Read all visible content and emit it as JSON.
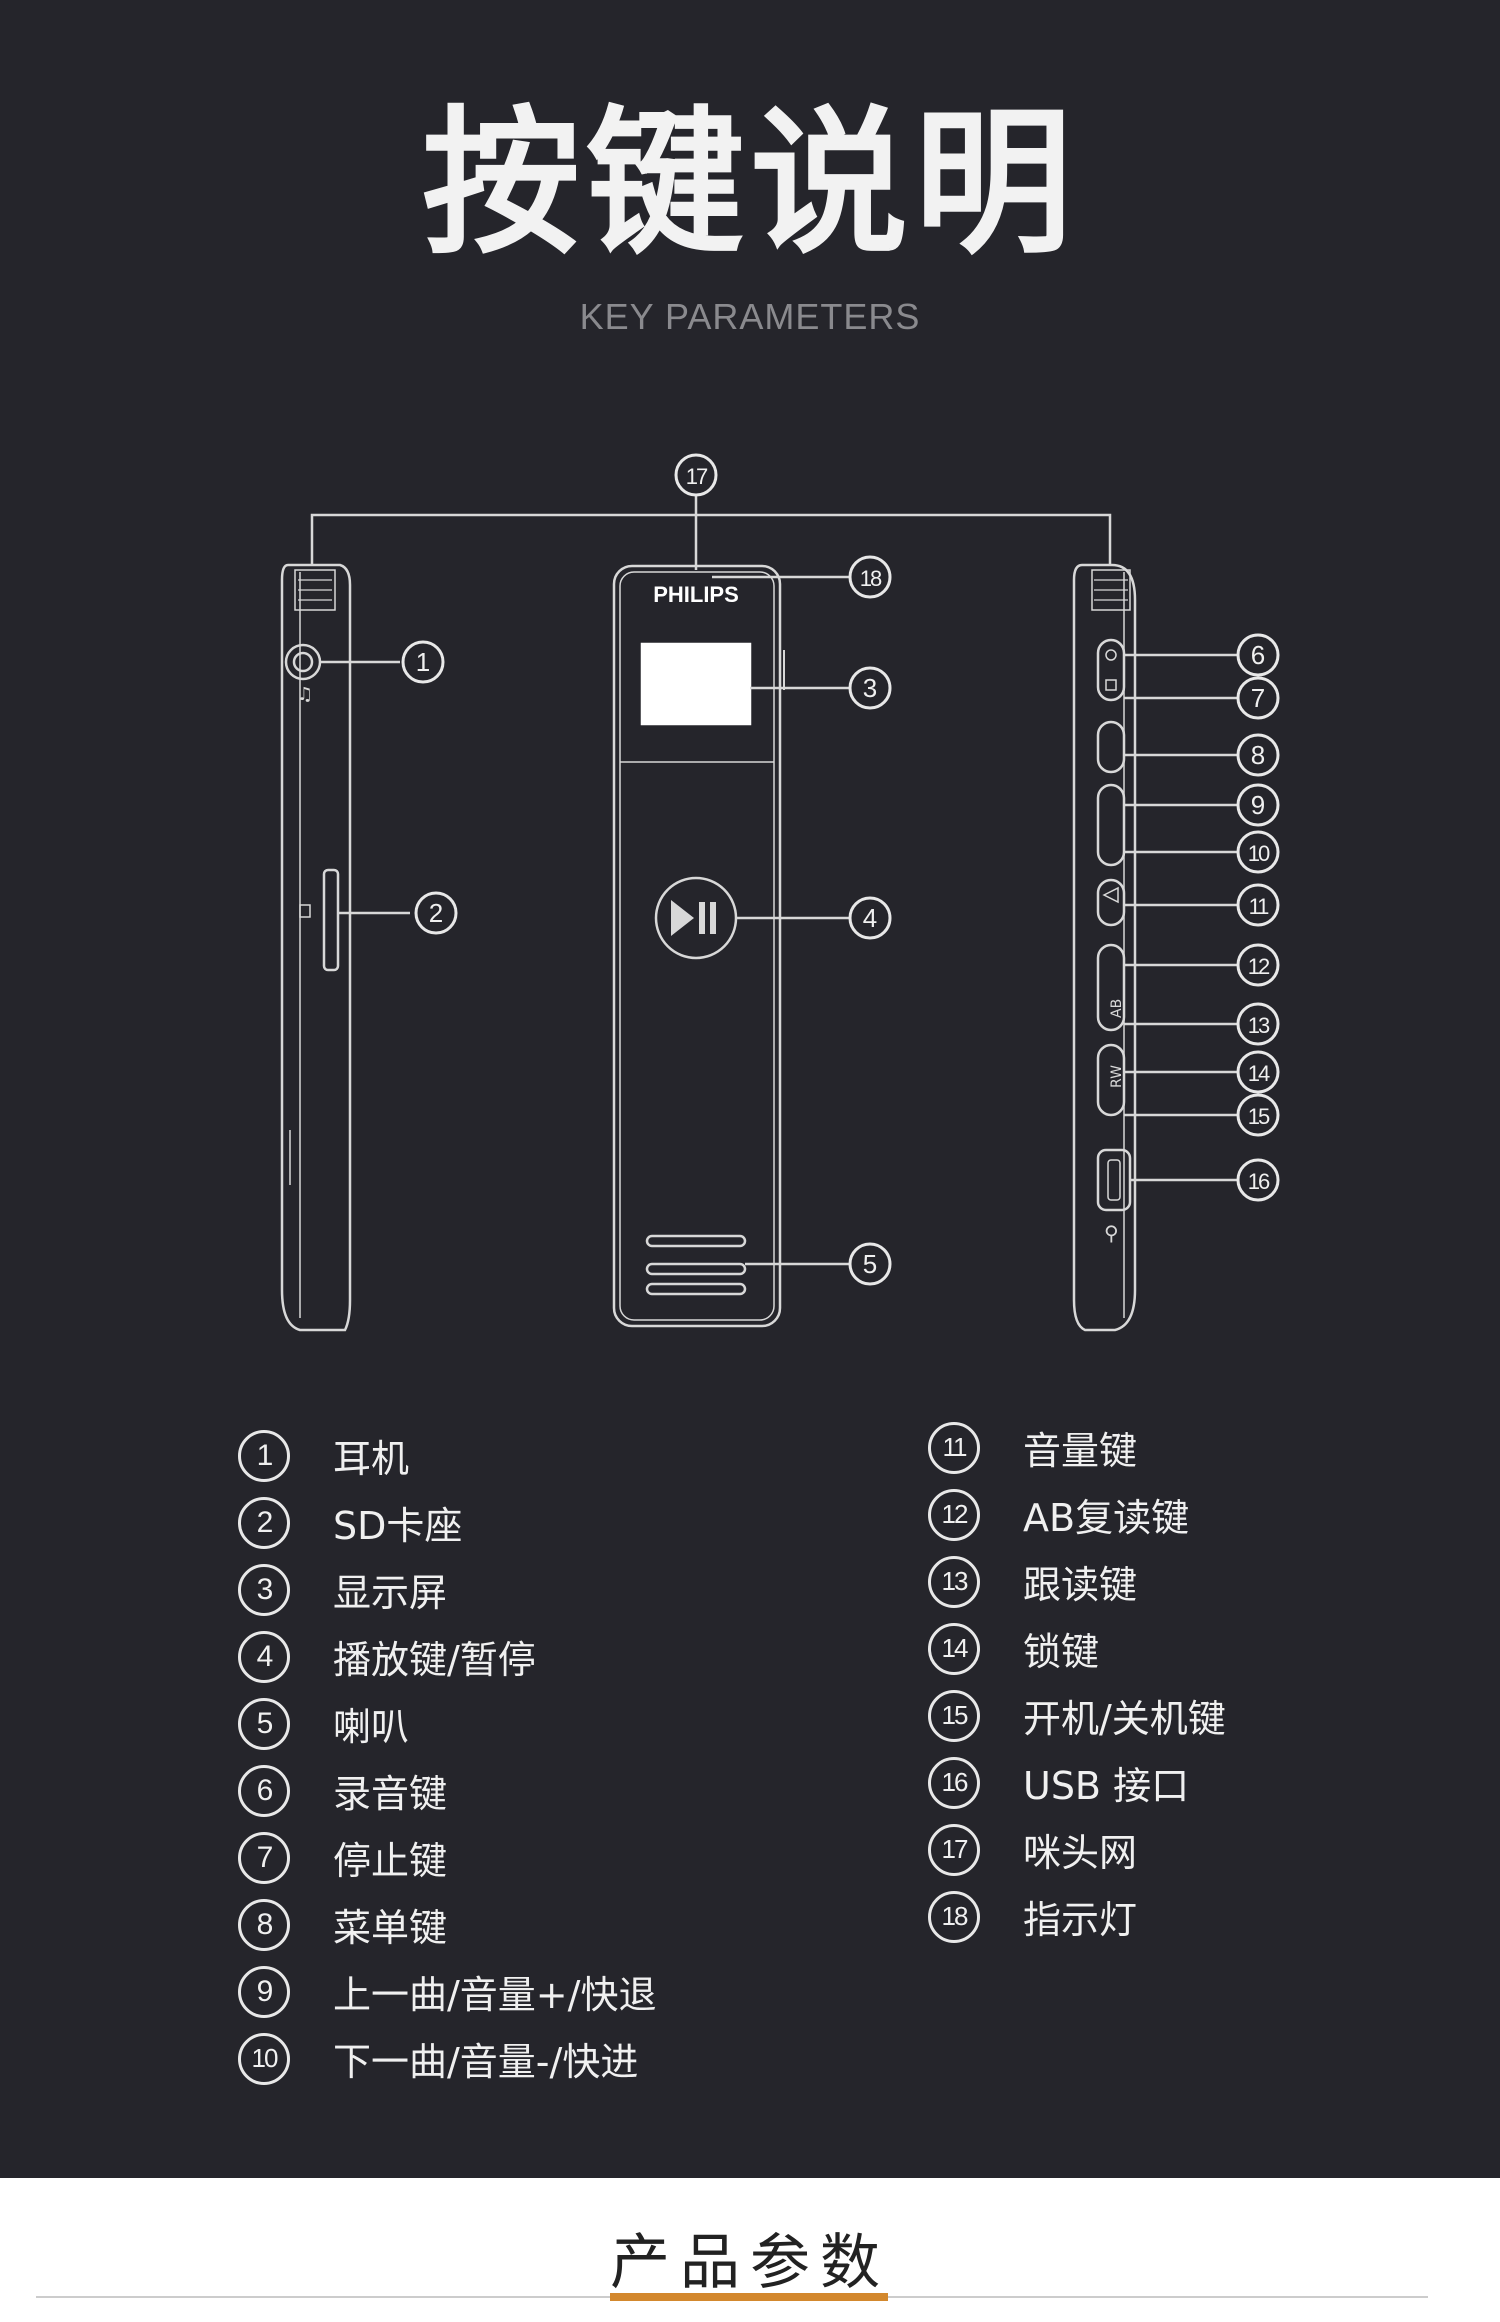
{
  "header": {
    "title": "按键说明",
    "subtitle": "KEY PARAMETERS"
  },
  "device": {
    "brand": "PHILIPS",
    "callouts": [
      "1",
      "2",
      "3",
      "4",
      "5",
      "6",
      "7",
      "8",
      "9",
      "10",
      "11",
      "12",
      "13",
      "14",
      "15",
      "16",
      "17",
      "18"
    ]
  },
  "legend": {
    "left": [
      {
        "num": "1",
        "label": "耳机"
      },
      {
        "num": "2",
        "label": "SD卡座"
      },
      {
        "num": "3",
        "label": "显示屏"
      },
      {
        "num": "4",
        "label": "播放键/暂停"
      },
      {
        "num": "5",
        "label": "喇叭"
      },
      {
        "num": "6",
        "label": "录音键"
      },
      {
        "num": "7",
        "label": "停止键"
      },
      {
        "num": "8",
        "label": "菜单键"
      },
      {
        "num": "9",
        "label": "上一曲/音量+/快退"
      },
      {
        "num": "10",
        "label": "下一曲/音量-/快进"
      }
    ],
    "right": [
      {
        "num": "11",
        "label": "音量键"
      },
      {
        "num": "12",
        "label": "AB复读键"
      },
      {
        "num": "13",
        "label": "跟读键"
      },
      {
        "num": "14",
        "label": "锁键"
      },
      {
        "num": "15",
        "label": "开机/关机键"
      },
      {
        "num": "16",
        "label": "USB 接口"
      },
      {
        "num": "17",
        "label": "咪头网"
      },
      {
        "num": "18",
        "label": "指示灯"
      }
    ]
  },
  "footer": {
    "title": "产品参数"
  },
  "colors": {
    "background": "#25252b",
    "text": "#f0f0f0",
    "accent": "#d3882d"
  }
}
